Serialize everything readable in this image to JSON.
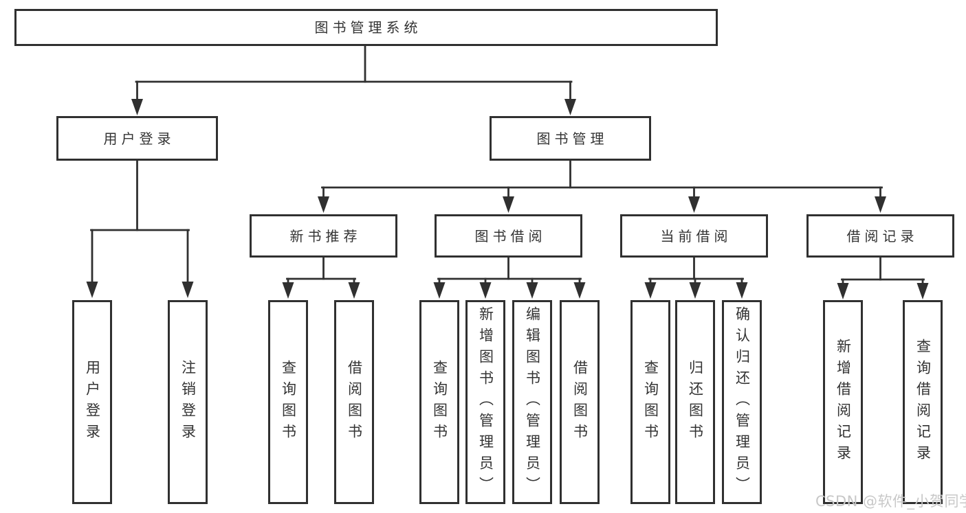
{
  "root": {
    "label": "图书管理系统"
  },
  "branches": {
    "user_login": {
      "label": "用户登录",
      "children": {
        "login": {
          "label": "用户登录"
        },
        "logout": {
          "label": "注销登录"
        }
      }
    },
    "book_management": {
      "label": "图书管理",
      "children": {
        "new_book_recommend": {
          "label": "新书推荐",
          "children": {
            "query_books": {
              "label": "查询图书"
            },
            "borrow_books": {
              "label": "借阅图书"
            }
          }
        },
        "book_borrowing": {
          "label": "图书借阅",
          "children": {
            "query_books": {
              "label": "查询图书"
            },
            "add_books": {
              "label": "新增图书（管理员）"
            },
            "edit_books": {
              "label": "编辑图书（管理员）"
            },
            "borrow_books": {
              "label": "借阅图书"
            }
          }
        },
        "current_borrowing": {
          "label": "当前借阅",
          "children": {
            "query_books": {
              "label": "查询图书"
            },
            "return_books": {
              "label": "归还图书"
            },
            "confirm_return": {
              "label": "确认归还（管理员）"
            }
          }
        },
        "borrowing_records": {
          "label": "借阅记录",
          "children": {
            "add_record": {
              "label": "新增借阅记录"
            },
            "query_record": {
              "label": "查询借阅记录"
            }
          }
        }
      }
    }
  },
  "watermark": {
    "text": "CSDN @软件_小贺同学"
  },
  "colors": {
    "line": "#303030",
    "text": "#333333",
    "watermark": "#c8c8c8",
    "bg": "#ffffff"
  }
}
